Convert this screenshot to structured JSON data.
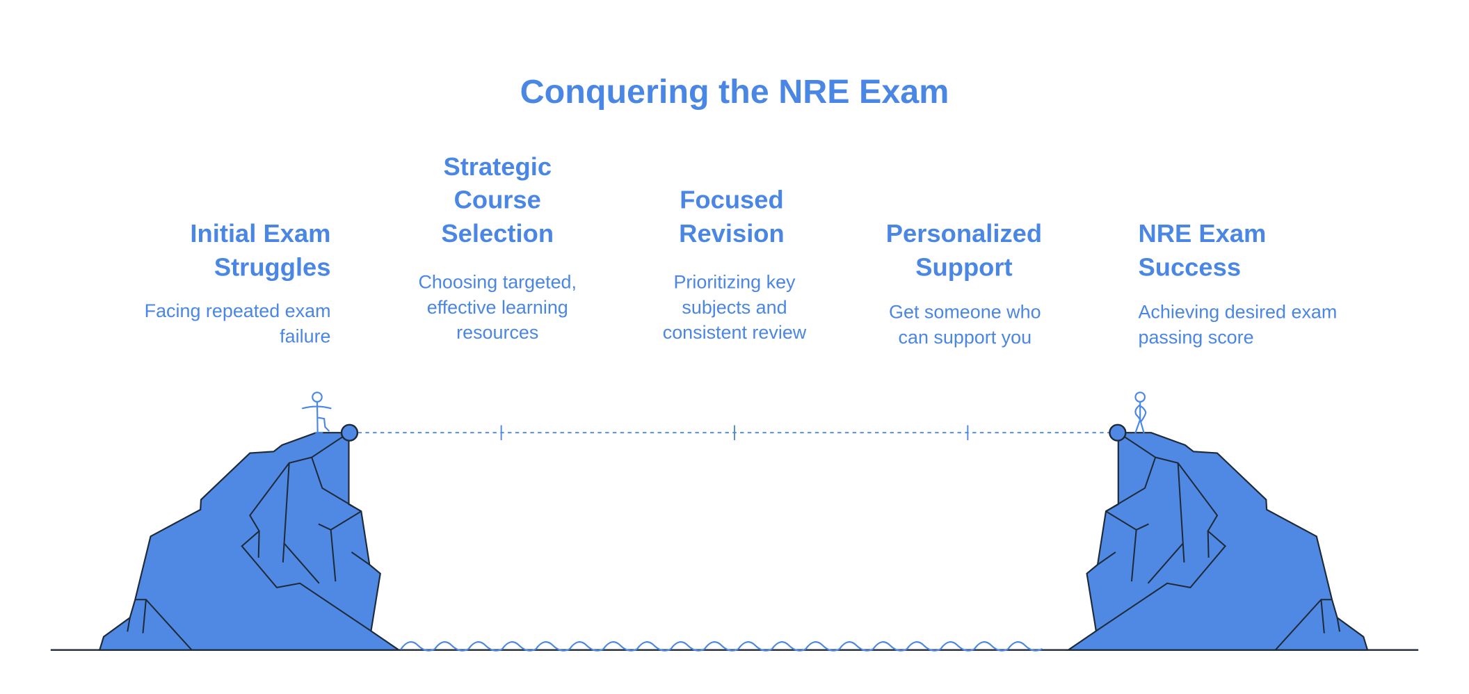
{
  "title": "Conquering the NRE Exam",
  "colors": {
    "accent": "#4a86e4",
    "rock": "#4f89e3",
    "outline": "#1e2a38"
  },
  "steps": [
    {
      "heading_lines": [
        "Initial Exam",
        "Struggles"
      ],
      "desc_lines": [
        "Facing repeated exam",
        "failure"
      ]
    },
    {
      "heading_lines": [
        "Strategic",
        "Course",
        "Selection"
      ],
      "desc_lines": [
        "Choosing targeted,",
        "effective learning",
        "resources"
      ]
    },
    {
      "heading_lines": [
        "Focused",
        "Revision"
      ],
      "desc_lines": [
        "Prioritizing key",
        "subjects and",
        "consistent review"
      ]
    },
    {
      "heading_lines": [
        "Personalized",
        "Support"
      ],
      "desc_lines": [
        "Get someone who",
        "can support you"
      ]
    },
    {
      "heading_lines": [
        "NRE Exam",
        "Success"
      ],
      "desc_lines": [
        "Achieving desired exam",
        "passing score"
      ]
    }
  ]
}
